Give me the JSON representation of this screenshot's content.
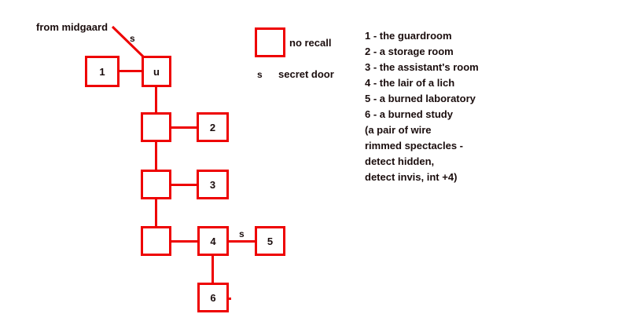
{
  "diagram": {
    "entrance_label": "from midgaard",
    "secret_marker_entrance": "s",
    "secret_marker_room5": "s",
    "rooms": [
      {
        "id": "room-1",
        "label": "1"
      },
      {
        "id": "room-u",
        "label": "u"
      },
      {
        "id": "room-hall-a",
        "label": ""
      },
      {
        "id": "room-2",
        "label": "2"
      },
      {
        "id": "room-hall-b",
        "label": ""
      },
      {
        "id": "room-3",
        "label": "3"
      },
      {
        "id": "room-hall-c",
        "label": ""
      },
      {
        "id": "room-4",
        "label": "4"
      },
      {
        "id": "room-5",
        "label": "5"
      },
      {
        "id": "room-6",
        "label": "6"
      }
    ]
  },
  "legend": {
    "no_recall_label": "no recall",
    "secret_door_key": "s",
    "secret_door_label": "secret door"
  },
  "room_key": {
    "lines": [
      "1 - the guardroom",
      "2 - a storage room",
      "3 - the assistant's room",
      "4 - the lair of a lich",
      "5 - a burned laboratory",
      "6 - a burned study",
      "(a pair of wire",
      "rimmed spectacles -",
      "detect hidden,",
      "detect invis, int +4)"
    ]
  },
  "colors": {
    "room_border": "#ee0000",
    "text": "#1a0d0d",
    "background": "#ffffff"
  }
}
